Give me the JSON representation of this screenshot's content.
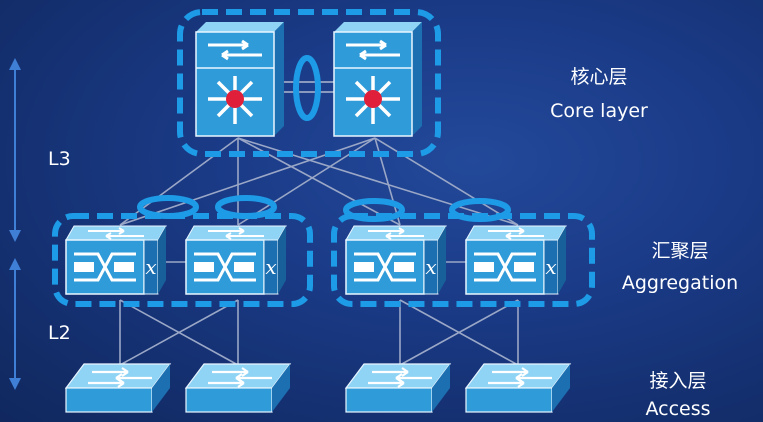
{
  "labels": {
    "core_cn": "核心层",
    "core_en": "Core layer",
    "agg_cn": "汇聚层",
    "agg_en": "Aggregation",
    "access_cn": "接入层",
    "access_en": "Access",
    "l3": "L3",
    "l2": "L2"
  },
  "colors": {
    "background": "#1a3a86",
    "device_face": "#2f9bd8",
    "device_top": "#8fd3f5",
    "device_side": "#1c6fb0",
    "dashed_group": "#1e9be6",
    "link_line": "#9aa7c6",
    "port_channel_ring": "#1e9be6",
    "router_hub": "#e0203a"
  },
  "icons": {
    "core_device": "layer3-switch-icon",
    "aggregation_device": "multilayer-switch-icon",
    "access_device": "workgroup-switch-icon"
  }
}
